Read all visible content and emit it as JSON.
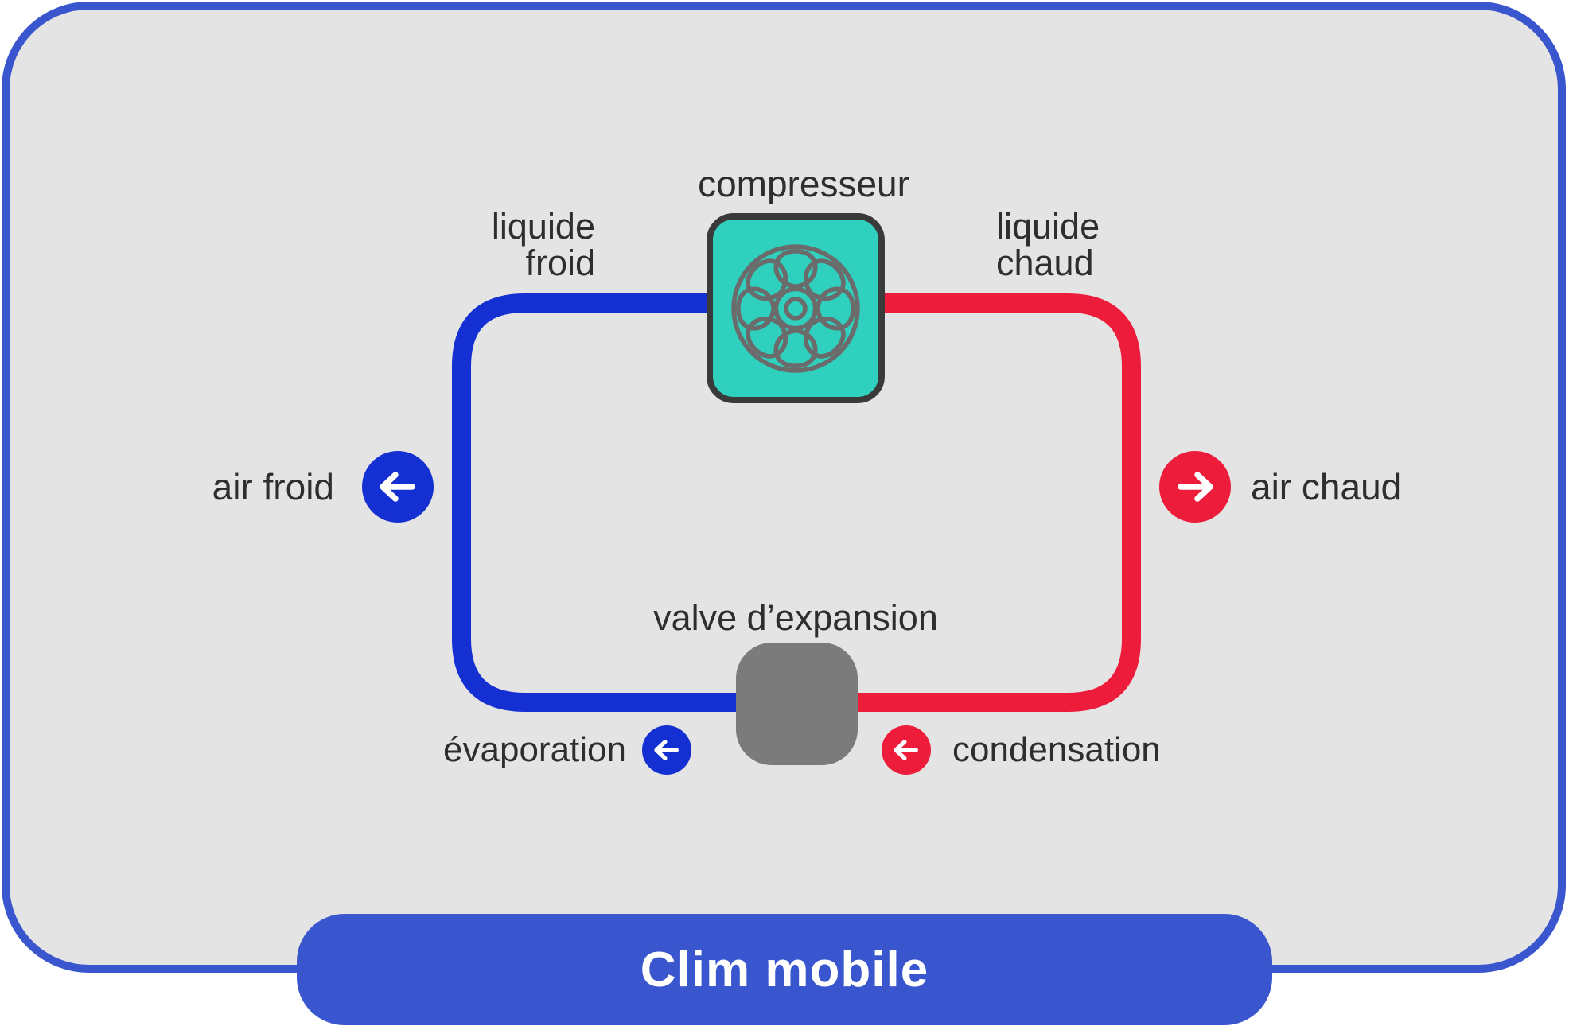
{
  "frame": {
    "title": "Clim mobile"
  },
  "labels": {
    "compressor": "compresseur",
    "liquid_cold": "liquide\nfroid",
    "liquid_hot": "liquide\nchaud",
    "air_cold": "air froid",
    "air_hot": "air chaud",
    "expansion_valve": "valve d’expansion",
    "evaporation": "évaporation",
    "condensation": "condensation"
  },
  "icons": {
    "compressor": "fan-icon",
    "air_cold_badge": "arrow-left-icon",
    "air_hot_badge": "arrow-right-icon",
    "evaporation_badge": "arrow-left-icon",
    "condensation_badge": "arrow-left-icon"
  },
  "colors": {
    "cold_pipe": "#1530d2",
    "hot_pipe": "#ed1c3a",
    "compressor_fill": "#2fd0be",
    "compressor_border": "#3a3a3a",
    "fan_stroke": "#6b6b6b",
    "valve_fill": "#7b7b7b",
    "frame_border": "#3a56ce",
    "title_pill": "#3a56ce",
    "card_background": "#e4e4e4",
    "text": "#2e2e2e",
    "arrow": "#ffffff"
  }
}
